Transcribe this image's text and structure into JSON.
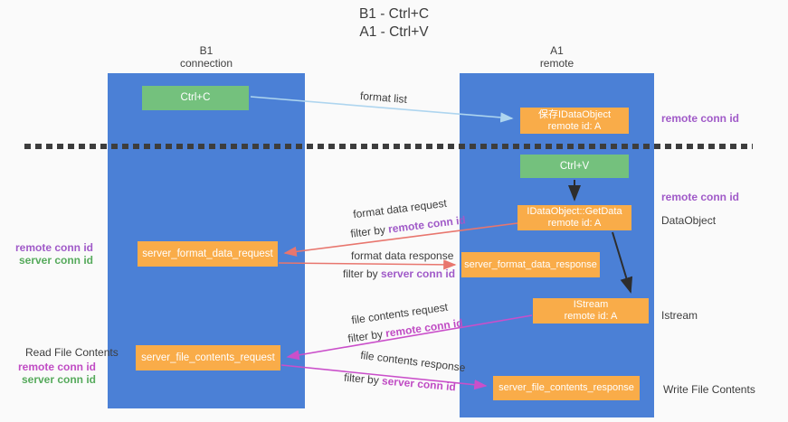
{
  "title": {
    "line1": "B1 - Ctrl+C",
    "line2": "A1 - Ctrl+V"
  },
  "lanes": {
    "left": {
      "name": "B1",
      "subtitle": "connection"
    },
    "right": {
      "name": "A1",
      "subtitle": "remote"
    }
  },
  "nodes": {
    "ctrl_c": {
      "label": "Ctrl+C"
    },
    "save_dataobject": {
      "line1": "保存IDataObject",
      "line2": "remote id: A"
    },
    "ctrl_v": {
      "label": "Ctrl+V"
    },
    "getdata": {
      "line1": "IDataObject::GetData",
      "line2": "remote id: A"
    },
    "format_request": {
      "label": "server_format_data_request"
    },
    "format_response": {
      "label": "server_format_data_response"
    },
    "istream": {
      "line1": "IStream",
      "line2": "remote id: A"
    },
    "file_request": {
      "label": "server_file_contents_request"
    },
    "file_response": {
      "label": "server_file_contents_response"
    }
  },
  "edge_labels": {
    "format_list": "format list",
    "format_data_request": {
      "text": "format data request",
      "filter_prefix": "filter by ",
      "filter_value": "remote conn id"
    },
    "format_data_response": {
      "text": "format data response",
      "filter_prefix": "filter by ",
      "filter_value": "server conn id"
    },
    "file_contents_request": {
      "text": "file contents request",
      "filter_prefix": "filter by ",
      "filter_value": "remote conn id"
    },
    "file_contents_response": {
      "text": "file contents response",
      "filter_prefix": "filter by ",
      "filter_value": "server conn id"
    }
  },
  "side_labels": {
    "right_remote_conn_top": "remote conn id",
    "right_remote_conn_mid": "remote conn id",
    "right_dataobject": "DataObject",
    "right_istream": "Istream",
    "right_write_file": "Write File Contents",
    "left_remote_conn_mid": "remote conn id",
    "left_server_conn_mid": "server conn id",
    "left_read_file": "Read File Contents",
    "left_remote_conn_bottom": "remote conn id",
    "left_server_conn_bottom": "server conn id"
  },
  "colors": {
    "lane_blue": "#4b80d6",
    "box_green": "#74c17d",
    "box_orange": "#f9ac49",
    "arrow_light_blue": "#aed5ef",
    "arrow_salmon": "#e8766e",
    "arrow_magenta": "#ca4fca",
    "arrow_black": "#2d2d2d",
    "text_purple": "#a05ac8",
    "text_magenta": "#c04cc4",
    "text_green": "#56aa5c"
  }
}
